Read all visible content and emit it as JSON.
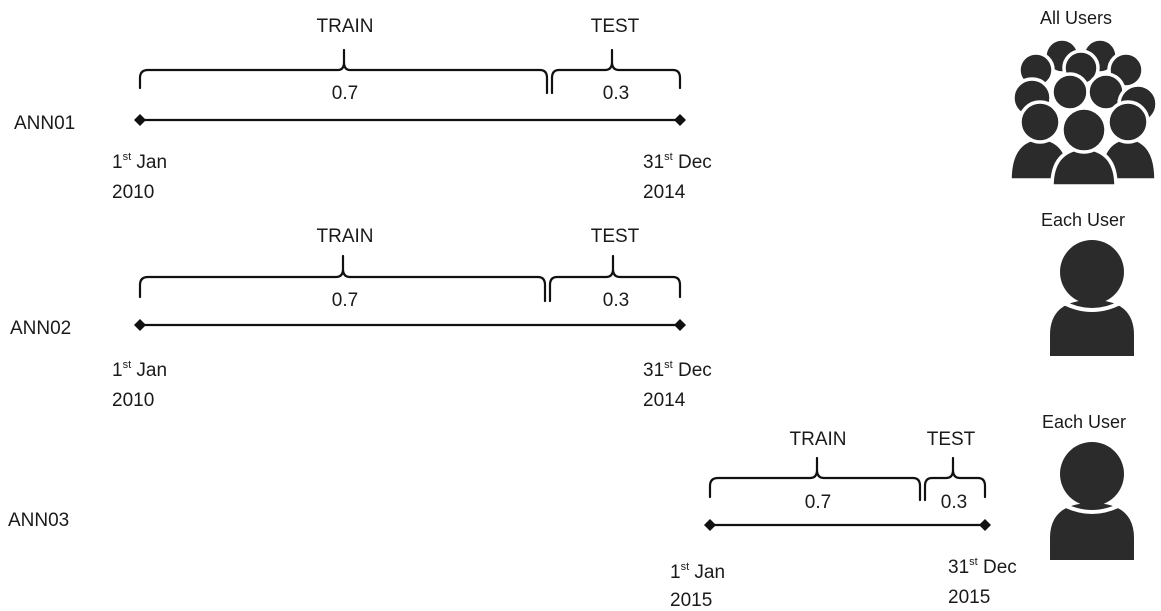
{
  "rows": [
    {
      "id": "ANN01",
      "train_label": "TRAIN",
      "test_label": "TEST",
      "train_fraction": "0.7",
      "test_fraction": "0.3",
      "start": {
        "sup_num": "1",
        "sup": "st",
        "month": "Jan",
        "year": "2010"
      },
      "end": {
        "sup_num": "31",
        "sup": "st",
        "month": "Dec",
        "year": "2014"
      },
      "group_label": "All Users",
      "group_icon": "users-group-icon"
    },
    {
      "id": "ANN02",
      "train_label": "TRAIN",
      "test_label": "TEST",
      "train_fraction": "0.7",
      "test_fraction": "0.3",
      "start": {
        "sup_num": "1",
        "sup": "st",
        "month": "Jan",
        "year": "2010"
      },
      "end": {
        "sup_num": "31",
        "sup": "st",
        "month": "Dec",
        "year": "2014"
      },
      "group_label": "Each User",
      "group_icon": "single-user-icon"
    },
    {
      "id": "ANN03",
      "train_label": "TRAIN",
      "test_label": "TEST",
      "train_fraction": "0.7",
      "test_fraction": "0.3",
      "start": {
        "sup_num": "1",
        "sup": "st",
        "month": "Jan",
        "year": "2015"
      },
      "end": {
        "sup_num": "31",
        "sup": "st",
        "month": "Dec",
        "year": "2015"
      },
      "group_label": "Each User",
      "group_icon": "single-user-icon"
    }
  ]
}
